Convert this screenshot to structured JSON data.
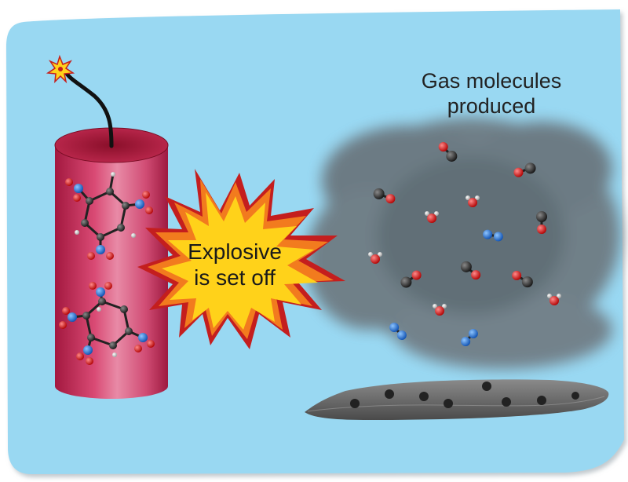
{
  "labels": {
    "gas_line1": "Gas molecules",
    "gas_line2": "produced",
    "burst_line1": "Explosive",
    "burst_line2": "is set off"
  },
  "colors": {
    "background": "#99d8f2",
    "dynamite": "#c8325a",
    "burst_yellow": "#ffd21a",
    "burst_orange": "#f27b1e",
    "burst_red": "#c41e1e",
    "smoke": "#6f7c84",
    "carbon": "#262626",
    "oxygen": "#e01b1b",
    "nitrogen": "#1b6ed6",
    "hydrogen": "#d9d9d9"
  },
  "icons": {
    "fuse_spark": "spark-icon",
    "residue": "soot-residue"
  }
}
